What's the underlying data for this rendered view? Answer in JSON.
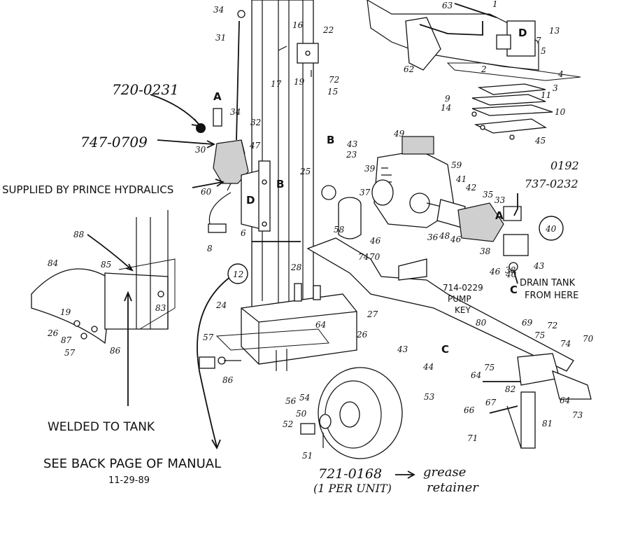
{
  "callout_numbers": [
    "34",
    "16",
    "22",
    "31",
    "72",
    "17",
    "19",
    "15",
    "1",
    "63",
    "13",
    "7",
    "5",
    "2",
    "62",
    "4",
    "3",
    "9",
    "14",
    "11",
    "10",
    "45",
    "34",
    "32",
    "47",
    "30",
    "60",
    "43",
    "23",
    "49",
    "39",
    "59",
    "25",
    "37",
    "41",
    "42",
    "35",
    "33",
    "8",
    "6",
    "58",
    "46",
    "36",
    "48",
    "46",
    "38",
    "46",
    "38",
    "40",
    "43",
    "88",
    "84",
    "85",
    "83",
    "19",
    "26",
    "87",
    "86",
    "57",
    "28",
    "24",
    "64",
    "74",
    "70",
    "27",
    "26",
    "80",
    "69",
    "72",
    "75",
    "74",
    "70",
    "57",
    "86",
    "43",
    "44",
    "56",
    "54",
    "53",
    "50",
    "52",
    "51",
    "75",
    "64",
    "67",
    "82",
    "66",
    "64",
    "73",
    "81",
    "71"
  ],
  "letters": {
    "a1": "A",
    "b1": "B",
    "d1": "D",
    "b2": "B",
    "d2": "D",
    "a2": "A",
    "c1": "C"
  },
  "annotations": {
    "part_720": "720-0231",
    "part_747_0709": "747-0709",
    "supplier": "SUPPLIED BY PRINCE HYDRALICS",
    "part_737": "737-0232",
    "part_737_new": "0192",
    "drain": "DRAIN TANK",
    "drain2": "FROM HERE",
    "pump_key_num": "714-0229",
    "pump_key1": "PUMP",
    "pump_key2": "KEY",
    "welded": "WELDED TO TANK",
    "see_back": "SEE BACK PAGE OF MANUAL",
    "date": "11-29-89",
    "circled_12": "12",
    "circled_40": "40",
    "hub_part": "721-0168",
    "per_unit": "(1 PER UNIT)",
    "grease": "grease",
    "retainer": "retainer"
  }
}
